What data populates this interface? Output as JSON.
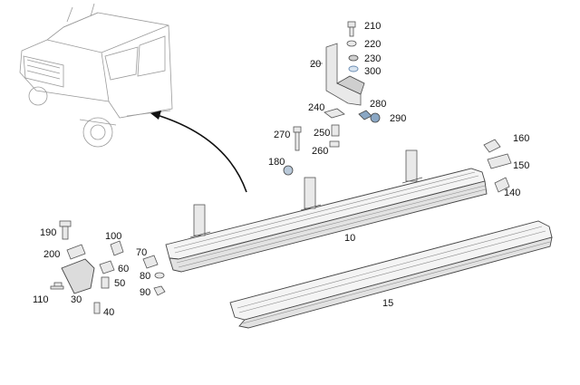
{
  "diagram": {
    "callouts": [
      {
        "id": "210",
        "text": "210"
      },
      {
        "id": "220",
        "text": "220"
      },
      {
        "id": "20",
        "text": "20"
      },
      {
        "id": "230",
        "text": "230"
      },
      {
        "id": "300",
        "text": "300"
      },
      {
        "id": "240",
        "text": "240"
      },
      {
        "id": "280",
        "text": "280"
      },
      {
        "id": "290",
        "text": "290"
      },
      {
        "id": "270",
        "text": "270"
      },
      {
        "id": "250",
        "text": "250"
      },
      {
        "id": "260",
        "text": "260"
      },
      {
        "id": "160",
        "text": "160"
      },
      {
        "id": "150",
        "text": "150"
      },
      {
        "id": "140",
        "text": "140"
      },
      {
        "id": "180",
        "text": "180"
      },
      {
        "id": "10",
        "text": "10"
      },
      {
        "id": "190",
        "text": "190"
      },
      {
        "id": "100",
        "text": "100"
      },
      {
        "id": "200",
        "text": "200"
      },
      {
        "id": "70",
        "text": "70"
      },
      {
        "id": "60",
        "text": "60"
      },
      {
        "id": "80",
        "text": "80"
      },
      {
        "id": "50",
        "text": "50"
      },
      {
        "id": "90",
        "text": "90"
      },
      {
        "id": "110",
        "text": "110"
      },
      {
        "id": "30",
        "text": "30"
      },
      {
        "id": "40",
        "text": "40"
      },
      {
        "id": "15",
        "text": "15"
      }
    ],
    "colors": {
      "line": "#555555",
      "vehicle": "#9a9a9a",
      "part_fill": "#e9e9e9",
      "accent_fastener": "#7a9bbd"
    }
  }
}
